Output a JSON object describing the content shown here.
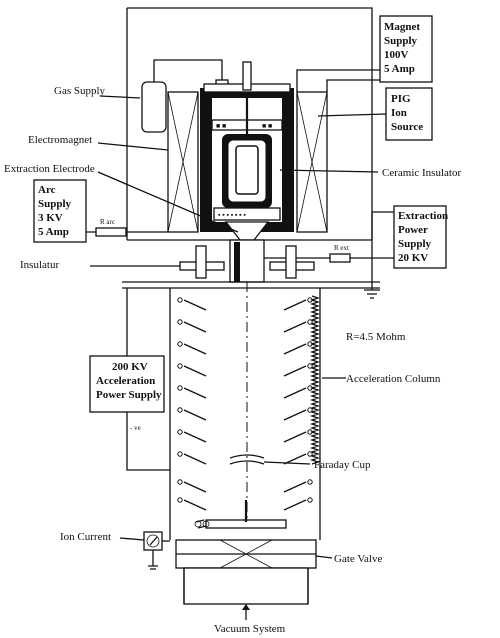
{
  "labels": {
    "gas_supply": "Gas Supply",
    "electromagnet": "Electromagnet",
    "extraction_electrode": "Extraction Electrode",
    "insulator": "Insulatur",
    "ceramic_insulator": "Ceramic Insulator",
    "faraday_cup": "Faraday Cup",
    "acceleration_column": "Acceleration Column",
    "resistor_chain": "R=4.5 Mohm",
    "ion_current": "Ion Current",
    "gate_valve": "Gate Valve",
    "vacuum_system": "Vacuum System",
    "r_arc_1": "R arc",
    "r_ext": "R ext",
    "minus_ve": "- ve"
  },
  "boxes": {
    "magnet_supply": [
      "Magnet",
      "Supply",
      "100V",
      "5 Amp"
    ],
    "pig_source": [
      "PIG",
      "Ion",
      "Source"
    ],
    "arc_supply": [
      "Arc",
      "Supply",
      "3 KV",
      "5 Amp"
    ],
    "extraction_power": [
      "Extraction",
      "Power",
      "Supply",
      "20 KV"
    ],
    "acceleration_power": [
      "200 KV",
      "Acceleration",
      "Power Supply"
    ]
  }
}
